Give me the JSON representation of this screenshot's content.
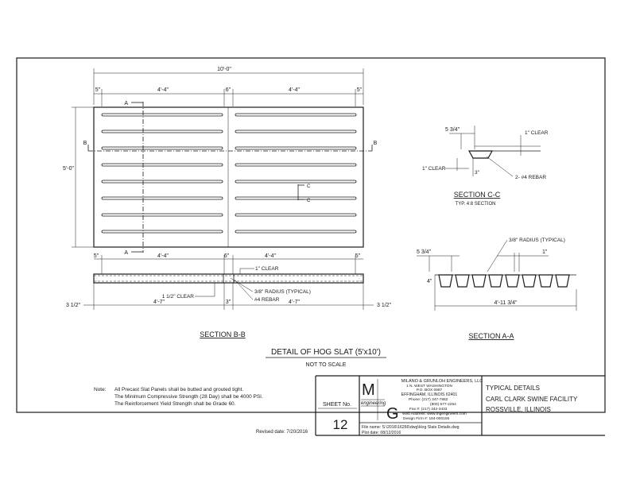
{
  "plan": {
    "overall_width": "10'-0\"",
    "left_edge": "5\"",
    "left_panel": "4'-4\"",
    "center_gap": "6\"",
    "right_panel": "4'-4\"",
    "right_edge": "5\"",
    "height": "5'-0\"",
    "cut_a_top": "A",
    "cut_a_bottom": "A",
    "cut_b_left": "B",
    "cut_b_right": "B",
    "cut_c_1": "C",
    "cut_c_2": "C"
  },
  "section_b": {
    "top_left_edge": "5\"",
    "top_left_panel": "4'-4\"",
    "top_center": "6\"",
    "top_right_panel": "4'-4\"",
    "top_right_edge": "5\"",
    "clear_1": "1\" CLEAR",
    "radius": "3/8\" RADIUS (TYPICAL)",
    "rebar": "#4 REBAR",
    "clear_112": "1 1/2\" CLEAR",
    "bottom_left_edge": "3 1/2\"",
    "bottom_left_panel": "4'-7\"",
    "bottom_center": "3\"",
    "bottom_right_panel": "4'-7\"",
    "bottom_right_edge": "3 1/2\"",
    "title": "SECTION B-B"
  },
  "section_c": {
    "width": "5 3/4\"",
    "clear_top": "1\" CLEAR",
    "clear_left": "1\" CLEAR",
    "depth": "3\"",
    "rebar": "2- #4 REBAR",
    "title": "SECTION C-C",
    "subtitle": "TYP. 4:8 SECTION"
  },
  "section_a": {
    "radius": "3/8\" RADIUS (TYPICAL)",
    "slat_width": "5 3/4\"",
    "gap": "1\"",
    "depth": "4\"",
    "total": "4'-11 3/4\"",
    "title": "SECTION A-A"
  },
  "detail": {
    "title": "DETAIL OF HOG SLAT (5'x10')",
    "scale": "NOT TO SCALE"
  },
  "notes": {
    "label": "Note:",
    "line1": "All Precast Slat Panels shall be butted and grouted tight.",
    "line2": "The Minimum Compressive Strength (28 Day) shall be 4000 PSI.",
    "line3": "The Reinforcement Yield Strength shall be Grade 60.",
    "revised": "Revised date: 7/20/2016"
  },
  "title_block": {
    "sheet_label": "SHEET No.",
    "sheet_number": "12",
    "logo_m": "M",
    "logo_g": "G",
    "logo_word": "engineering",
    "firm_name": "MILANO & GRUNLOH ENGINEERS, LLC",
    "address1": "1 N. WEST WASHINGTON",
    "address2": "P.O. BOX 0687",
    "city": "EFFINGHAM, ILLINOIS 62401",
    "phone": "Phone:  (217) 347-7882",
    "phone2": "(800) 677-2254",
    "fax": "Fax #:  (217) 342-3433",
    "web": "Web Address:  www.mgengineers.com",
    "design_firm": "Design Firm #:  184-000106",
    "drawing_title": "TYPICAL DETAILS",
    "project": "CARL CLARK SWINE FACILITY",
    "location": "ROSSVILLE, ILLINOIS",
    "file_name": "File name: S:\\2016\\16266\\dwg\\Hog Slats Details.dwg",
    "plot_date": "Plot date: 08/12/2016"
  }
}
